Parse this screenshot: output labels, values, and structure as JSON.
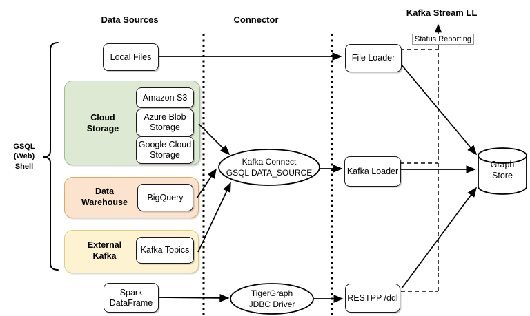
{
  "headers": {
    "data_sources": "Data Sources",
    "connector": "Connector",
    "kafka_stream": "Kafka Stream LL"
  },
  "left_label": "GSQL\n(Web)\nShell",
  "status_reporting": "Status Reporting",
  "groups": {
    "cloud_storage": "Cloud\nStorage",
    "data_warehouse": "Data\nWarehouse",
    "external_kafka": "External\nKafka"
  },
  "nodes": {
    "local_files": "Local Files",
    "amazon_s3": "Amazon S3",
    "azure_blob": "Azure Blob\nStorage",
    "google_cloud": "Google Cloud\nStorage",
    "bigquery": "BigQuery",
    "kafka_topics": "Kafka Topics",
    "spark_dataframe": "Spark\nDataFrame",
    "kafka_connect": "Kafka Connect\nGSQL DATA_SOURCE",
    "tigergraph_jdbc": "TigerGraph\nJDBC Driver",
    "file_loader": "File Loader",
    "kafka_loader": "Kafka Loader",
    "restpp": "RESTPP /ddl",
    "graph_store": "Graph\nStore"
  },
  "colors": {
    "cloud_storage_fill": "#dde9d3",
    "cloud_storage_border": "#a3bb91",
    "warehouse_fill": "#fbe3cd",
    "warehouse_border": "#e0a968",
    "kafka_fill": "#fdf3d0",
    "kafka_border": "#e2cc85",
    "line": "#000000"
  }
}
